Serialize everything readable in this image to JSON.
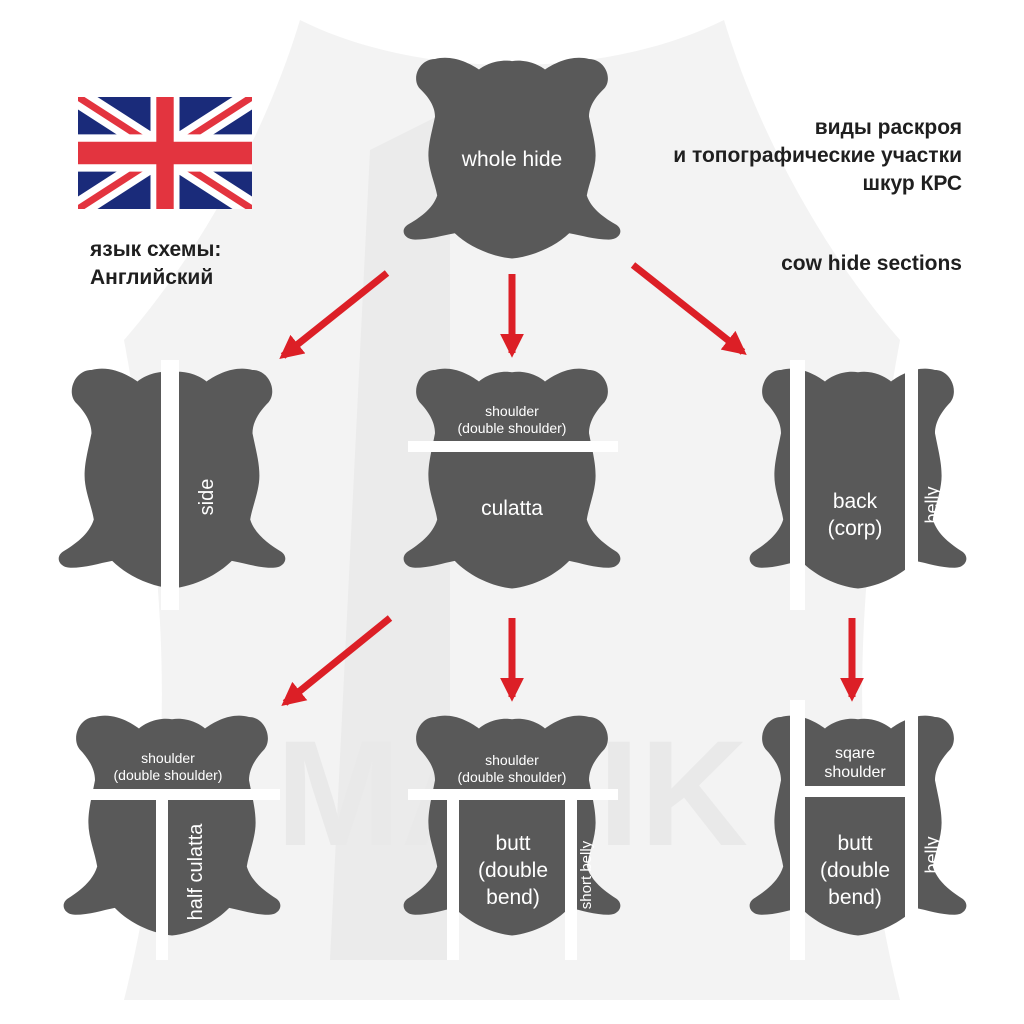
{
  "header": {
    "ru_title": "виды раскроя\nи топографические участки\nшкур КРС",
    "en_title": "cow hide sections",
    "language_label": "язык схемы:\nАнглийский"
  },
  "flag": {
    "icon": "union-jack-flag-icon"
  },
  "watermark": {
    "text": "MAVIK"
  },
  "colors": {
    "hide": "#595959",
    "arrow": "#dc1f26",
    "watermark": "#f1f1f1"
  },
  "labels": {
    "whole_hide": "whole hide",
    "side": "side",
    "shoulder_double_1": "shoulder",
    "shoulder_double_2": "(double shoulder)",
    "culatta": "culatta",
    "back_1": "back",
    "back_2": "(corp)",
    "belly": "belly",
    "half_culatta": "half culatta",
    "butt_1": "butt",
    "butt_2": "(double",
    "butt_3": "bend)",
    "short_belly": "short belly",
    "square_shoulder_1": "sqare",
    "square_shoulder_2": "shoulder"
  }
}
